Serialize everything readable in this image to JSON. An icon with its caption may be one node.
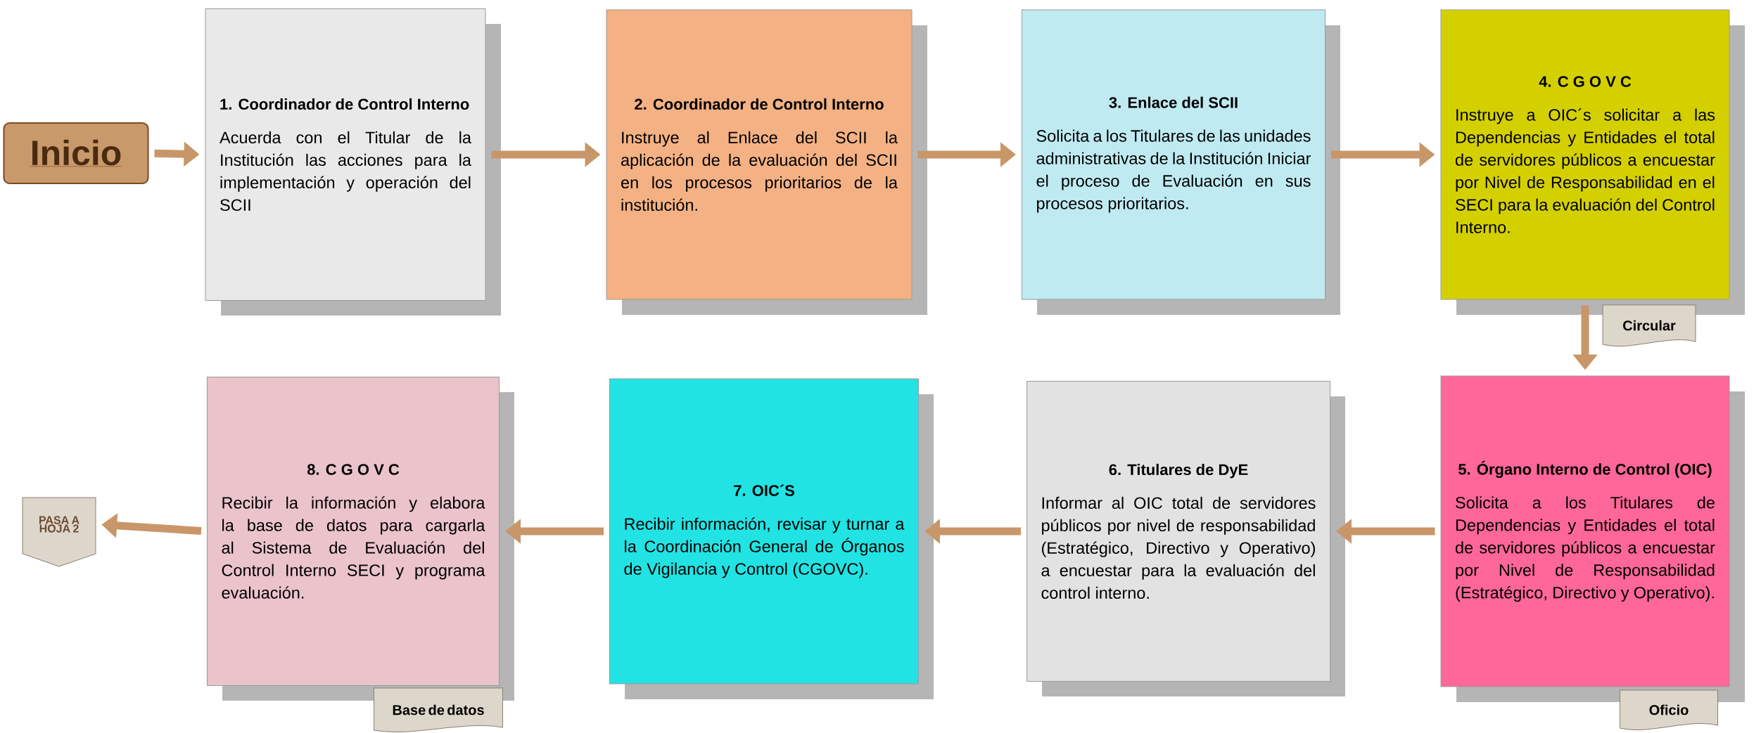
{
  "diagram": {
    "nodes": [
      {
        "text": [
          "Inicio"
        ]
      },
      {
        "text": [
          "1. Coordinador de Control Interno",
          "Acuerda con el Titular de la Institución las acciones para la implementación y operación del SCII"
        ]
      },
      {
        "text": [
          "2. Coordinador de Control Interno",
          "Instruye al Enlace del SCII la aplicación de la evaluación del SCII en los procesos prioritarios de la institución."
        ]
      },
      {
        "text": [
          "3. Enlace del SCII",
          "Solicita a los Titulares de las unidades administrativas de la Institución Iniciar el proceso de Evaluación en sus procesos prioritarios."
        ]
      },
      {
        "text": [
          "4. C G O V C",
          "Instruye a OIC´s solicitar a las Dependencias y Entidades el total de servidores públicos a encuestar por Nivel de Responsabilidad en el SECI para la evaluación del Control Interno."
        ]
      },
      {
        "text": [
          "Circular"
        ]
      },
      {
        "text": [
          "5. Órgano Interno de Control (OIC)",
          "Solicita a los Titulares de Dependencias y Entidades el total de servidores públicos a encuestar por Nivel de Responsabilidad (Estratégico, Directivo y Operativo)."
        ]
      },
      {
        "text": [
          "Oficio"
        ]
      },
      {
        "text": [
          "6. Titulares de DyE",
          "Informar al OIC total de servidores públicos por nivel de responsabilidad (Estratégico, Directivo y Operativo) a encuestar para la evaluación del control interno."
        ]
      },
      {
        "text": [
          "7. OIC´S",
          "Recibir información, revisar y turnar a la Coordinación General de Órganos de Vigilancia y Control (CGOVC)."
        ]
      },
      {
        "text": [
          "8. C G O V C",
          "Recibir la información y elabora la base de datos para cargarla al Sistema de Evaluación del Control Interno SECI y programa evaluación."
        ]
      },
      {
        "text": [
          "Base de datos"
        ]
      },
      {
        "text": [
          "PASA A HOJA 2"
        ]
      }
    ],
    "edges": [
      {
        "from": 0,
        "to": 1,
        "arrow": "to"
      },
      {
        "from": 1,
        "to": 2,
        "arrow": "to"
      },
      {
        "from": 2,
        "to": 3,
        "arrow": "to"
      },
      {
        "from": 3,
        "to": 4,
        "arrow": "to"
      },
      {
        "from": 4,
        "to": 6,
        "arrow": "to"
      },
      {
        "from": 6,
        "to": 8,
        "arrow": "to"
      },
      {
        "from": 8,
        "to": 9,
        "arrow": "to"
      },
      {
        "from": 9,
        "to": 10,
        "arrow": "to"
      },
      {
        "from": 10,
        "to": 12,
        "arrow": "to"
      }
    ]
  }
}
